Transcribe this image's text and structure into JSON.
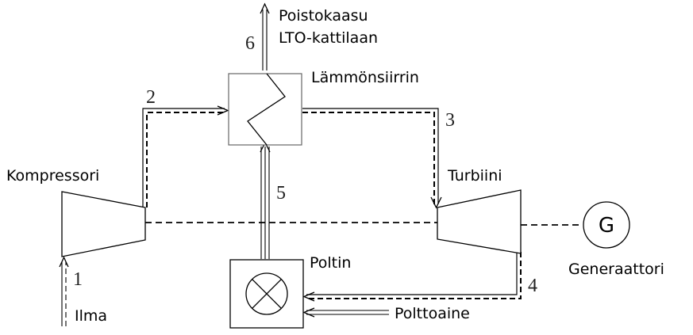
{
  "labels": {
    "exhaust_line1": "Poistokaasu",
    "exhaust_line2": "LTO-kattilaan",
    "heat_exchanger": "Lämmönsiirrin",
    "compressor": "Kompressori",
    "turbine": "Turbiini",
    "burner": "Poltin",
    "generator": "Generaattori",
    "generator_symbol": "G",
    "air": "Ilma",
    "fuel": "Polttoaine"
  },
  "streams": {
    "s1": "1",
    "s2": "2",
    "s3": "3",
    "s4": "4",
    "s5": "5",
    "s6": "6"
  },
  "colors": {
    "line": "#000000",
    "box_stroke": "#666666",
    "background": "#ffffff"
  }
}
